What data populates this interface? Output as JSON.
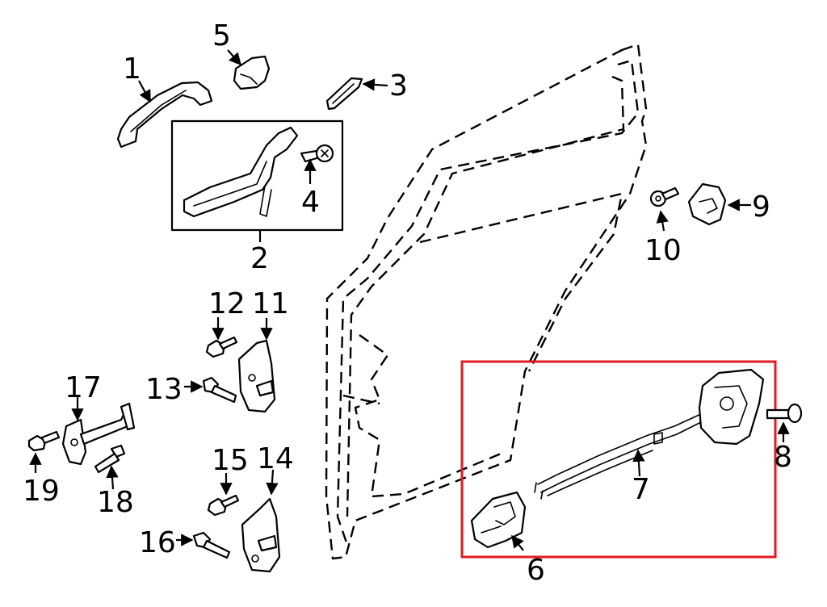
{
  "callouts": {
    "c1": "1",
    "c2": "2",
    "c3": "3",
    "c4": "4",
    "c5": "5",
    "c6": "6",
    "c7": "7",
    "c8": "8",
    "c9": "9",
    "c10": "10",
    "c11": "11",
    "c12": "12",
    "c13": "13",
    "c14": "14",
    "c15": "15",
    "c16": "16",
    "c17": "17",
    "c18": "18",
    "c19": "19"
  },
  "highlight": {
    "color": "#e31b23"
  }
}
